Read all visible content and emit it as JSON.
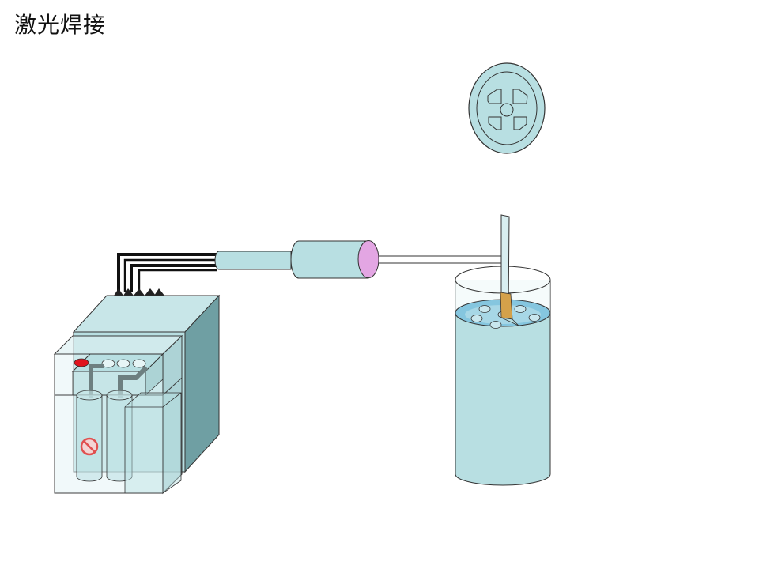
{
  "title": "激光焊接",
  "colors": {
    "fill_main": "#b8dfe2",
    "fill_dark": "#6f9fa3",
    "fill_mid": "#94c3c7",
    "glass_fill": "#e4f4f5",
    "stroke": "#333333",
    "cable": "#111111",
    "lens": "#e3a6e3",
    "liquid_surface": "#7fc5e0",
    "crystal": "#d4a14a",
    "indicator_red": "#e0141e",
    "pipe": "#6d7f80",
    "prohibited": "#e05050"
  },
  "icons": {
    "laser_power_supply": "laser-power-unit",
    "laser_head": "laser-head-tube",
    "sample_container": "sample-cylinder",
    "holder_disc": "sample-holder-disc-top-view",
    "prohibited_sign": "prohibited-icon"
  }
}
